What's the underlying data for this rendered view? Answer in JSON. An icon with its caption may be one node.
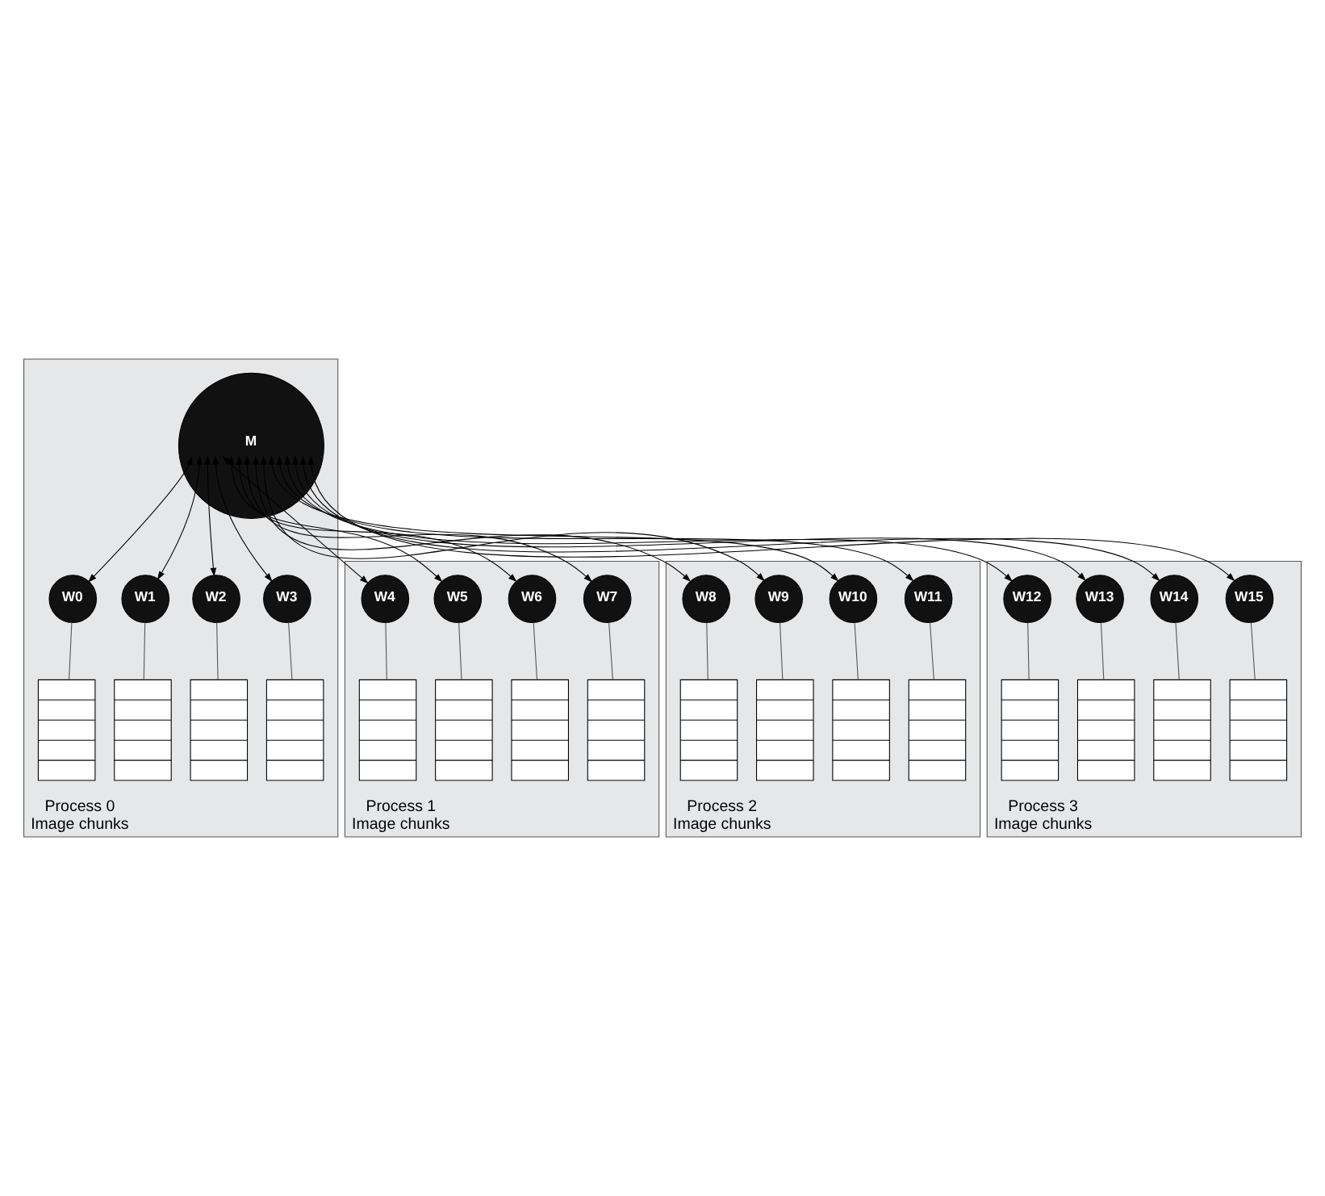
{
  "diagram": {
    "nodes": [
      {
        "text": [
          "Process 0",
          "Image chunks"
        ]
      },
      {
        "text": [
          "M"
        ],
        "in": 0
      },
      {
        "text": [
          "W0"
        ],
        "in": 0
      },
      {
        "text": [
          "W1"
        ],
        "in": 0
      },
      {
        "text": [
          "W2"
        ],
        "in": 0
      },
      {
        "text": [
          "W3"
        ],
        "in": 0
      },
      {
        "text": [],
        "shape": "box",
        "in": 0
      },
      {
        "text": [],
        "shape": "box",
        "in": 0
      },
      {
        "text": [],
        "shape": "box",
        "in": 0
      },
      {
        "text": [],
        "shape": "box",
        "in": 0
      },
      {
        "text": [
          "Process 1",
          "Image chunks"
        ]
      },
      {
        "text": [
          "W4"
        ],
        "in": 10
      },
      {
        "text": [
          "W5"
        ],
        "in": 10
      },
      {
        "text": [
          "W6"
        ],
        "in": 10
      },
      {
        "text": [
          "W7"
        ],
        "in": 10
      },
      {
        "text": [],
        "shape": "box",
        "in": 10
      },
      {
        "text": [],
        "shape": "box",
        "in": 10
      },
      {
        "text": [],
        "shape": "box",
        "in": 10
      },
      {
        "text": [],
        "shape": "box",
        "in": 10
      },
      {
        "text": [
          "Process 2",
          "Image chunks"
        ]
      },
      {
        "text": [
          "W8"
        ],
        "in": 19
      },
      {
        "text": [
          "W9"
        ],
        "in": 19
      },
      {
        "text": [
          "W10"
        ],
        "in": 19
      },
      {
        "text": [
          "W11"
        ],
        "in": 19
      },
      {
        "text": [],
        "shape": "box",
        "in": 19
      },
      {
        "text": [],
        "shape": "box",
        "in": 19
      },
      {
        "text": [],
        "shape": "box",
        "in": 19
      },
      {
        "text": [],
        "shape": "box",
        "in": 19
      },
      {
        "text": [
          "Process 3",
          "Image chunks"
        ]
      },
      {
        "text": [
          "W12"
        ],
        "in": 28
      },
      {
        "text": [
          "W13"
        ],
        "in": 28
      },
      {
        "text": [
          "W14"
        ],
        "in": 28
      },
      {
        "text": [
          "W15"
        ],
        "in": 28
      },
      {
        "text": [],
        "shape": "box",
        "in": 28
      },
      {
        "text": [],
        "shape": "box",
        "in": 28
      },
      {
        "text": [],
        "shape": "box",
        "in": 28
      },
      {
        "text": [],
        "shape": "box",
        "in": 28
      }
    ],
    "edges": [
      {
        "from": 1,
        "to": 2,
        "arrow": "both"
      },
      {
        "from": 1,
        "to": 3,
        "arrow": "both"
      },
      {
        "from": 1,
        "to": 4,
        "arrow": "both"
      },
      {
        "from": 1,
        "to": 5,
        "arrow": "both"
      },
      {
        "from": 1,
        "to": 11,
        "arrow": "both"
      },
      {
        "from": 1,
        "to": 12,
        "arrow": "both"
      },
      {
        "from": 1,
        "to": 13,
        "arrow": "both"
      },
      {
        "from": 1,
        "to": 14,
        "arrow": "both"
      },
      {
        "from": 1,
        "to": 20,
        "arrow": "both"
      },
      {
        "from": 1,
        "to": 21,
        "arrow": "both"
      },
      {
        "from": 1,
        "to": 22,
        "arrow": "both"
      },
      {
        "from": 1,
        "to": 23,
        "arrow": "both"
      },
      {
        "from": 1,
        "to": 29,
        "arrow": "both"
      },
      {
        "from": 1,
        "to": 30,
        "arrow": "both"
      },
      {
        "from": 1,
        "to": 31,
        "arrow": "both"
      },
      {
        "from": 1,
        "to": 32,
        "arrow": "both"
      },
      {
        "from": 2,
        "to": 6,
        "arrow": "none"
      },
      {
        "from": 3,
        "to": 7,
        "arrow": "none"
      },
      {
        "from": 4,
        "to": 8,
        "arrow": "none"
      },
      {
        "from": 5,
        "to": 9,
        "arrow": "none"
      },
      {
        "from": 11,
        "to": 15,
        "arrow": "none"
      },
      {
        "from": 12,
        "to": 16,
        "arrow": "none"
      },
      {
        "from": 13,
        "to": 17,
        "arrow": "none"
      },
      {
        "from": 14,
        "to": 18,
        "arrow": "none"
      },
      {
        "from": 20,
        "to": 24,
        "arrow": "none"
      },
      {
        "from": 21,
        "to": 25,
        "arrow": "none"
      },
      {
        "from": 22,
        "to": 26,
        "arrow": "none"
      },
      {
        "from": 23,
        "to": 27,
        "arrow": "none"
      },
      {
        "from": 29,
        "to": 33,
        "arrow": "none"
      },
      {
        "from": 30,
        "to": 34,
        "arrow": "none"
      },
      {
        "from": 31,
        "to": 35,
        "arrow": "none"
      },
      {
        "from": 32,
        "to": 36,
        "arrow": "none"
      }
    ]
  }
}
